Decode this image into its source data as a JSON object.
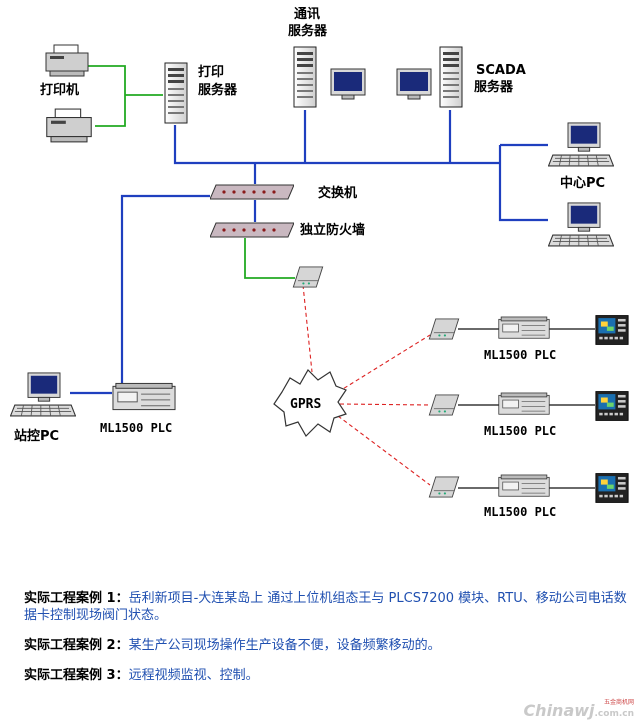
{
  "labels": {
    "printer": "打印机",
    "print_server_1": "打印",
    "print_server_2": "服务器",
    "comm_server_1": "通讯",
    "comm_server_2": "服务器",
    "scada_server_1": "SCADA",
    "scada_server_2": "服务器",
    "switch": "交换机",
    "firewall": "独立防火墙",
    "center_pc": "中心PC",
    "station_pc": "站控PC",
    "gprs": "GPRS",
    "plc_main": "ML1500  PLC",
    "plc_remote_1": "ML1500  PLC",
    "plc_remote_2": "ML1500  PLC",
    "plc_remote_3": "ML1500  PLC"
  },
  "cases": [
    {
      "title": "实际工程案例 1：",
      "text": "岳利新项目-大连某岛上 通过上位机组态王与 PLCS7200 模块、RTU、移动公司电话数据卡控制现场阀门状态。"
    },
    {
      "title": "实际工程案例 2：",
      "text": "某生产公司现场操作生产设备不便，设备频繁移动的。"
    },
    {
      "title": "实际工程案例 3：",
      "text": "远程视频监视、控制。"
    }
  ],
  "watermark": {
    "brand": "Chinawj",
    "domain": ".com.cn",
    "sub": "五金商机网"
  },
  "colors": {
    "lan": "#1f3fbf",
    "printer_link": "#22aa22",
    "gprs_link": "#dd2222",
    "case_text": "#1f4fb0"
  }
}
